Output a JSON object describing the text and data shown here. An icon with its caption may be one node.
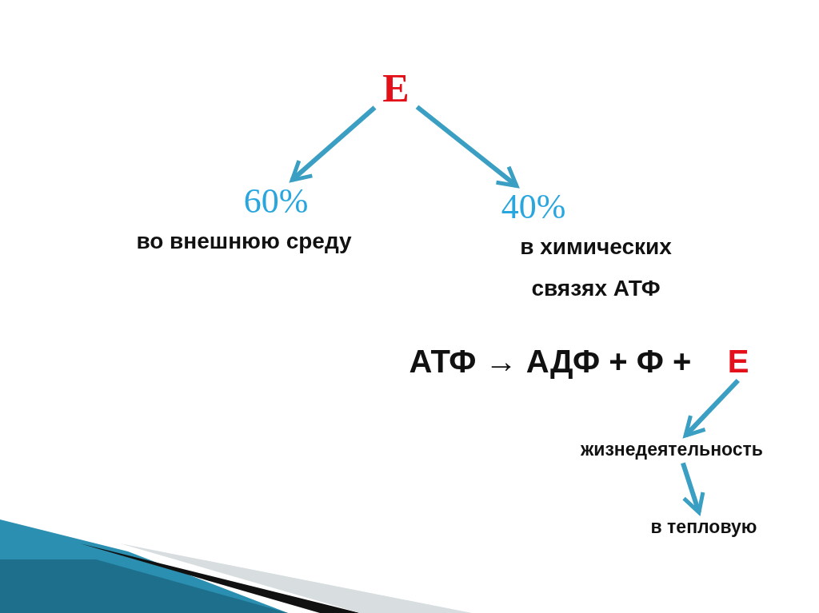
{
  "diagram": {
    "nodes": [
      {
        "text": [
          "Е"
        ]
      },
      {
        "text": [
          "60%",
          "во внешнюю среду"
        ]
      },
      {
        "text": [
          "40%",
          "в химических связях АТФ"
        ]
      },
      {
        "text": [
          "АТФ → АДФ + Ф +"
        ]
      },
      {
        "text": [
          "Е"
        ]
      },
      {
        "text": [
          "жизнедеятельность"
        ]
      },
      {
        "text": [
          "в тепловую"
        ]
      }
    ],
    "edges": [
      {
        "from": 0,
        "to": 1,
        "arrow": "to"
      },
      {
        "from": 0,
        "to": 2,
        "arrow": "to"
      },
      {
        "from": 4,
        "to": 5,
        "arrow": "to"
      },
      {
        "from": 5,
        "to": 6,
        "arrow": "to"
      }
    ]
  }
}
